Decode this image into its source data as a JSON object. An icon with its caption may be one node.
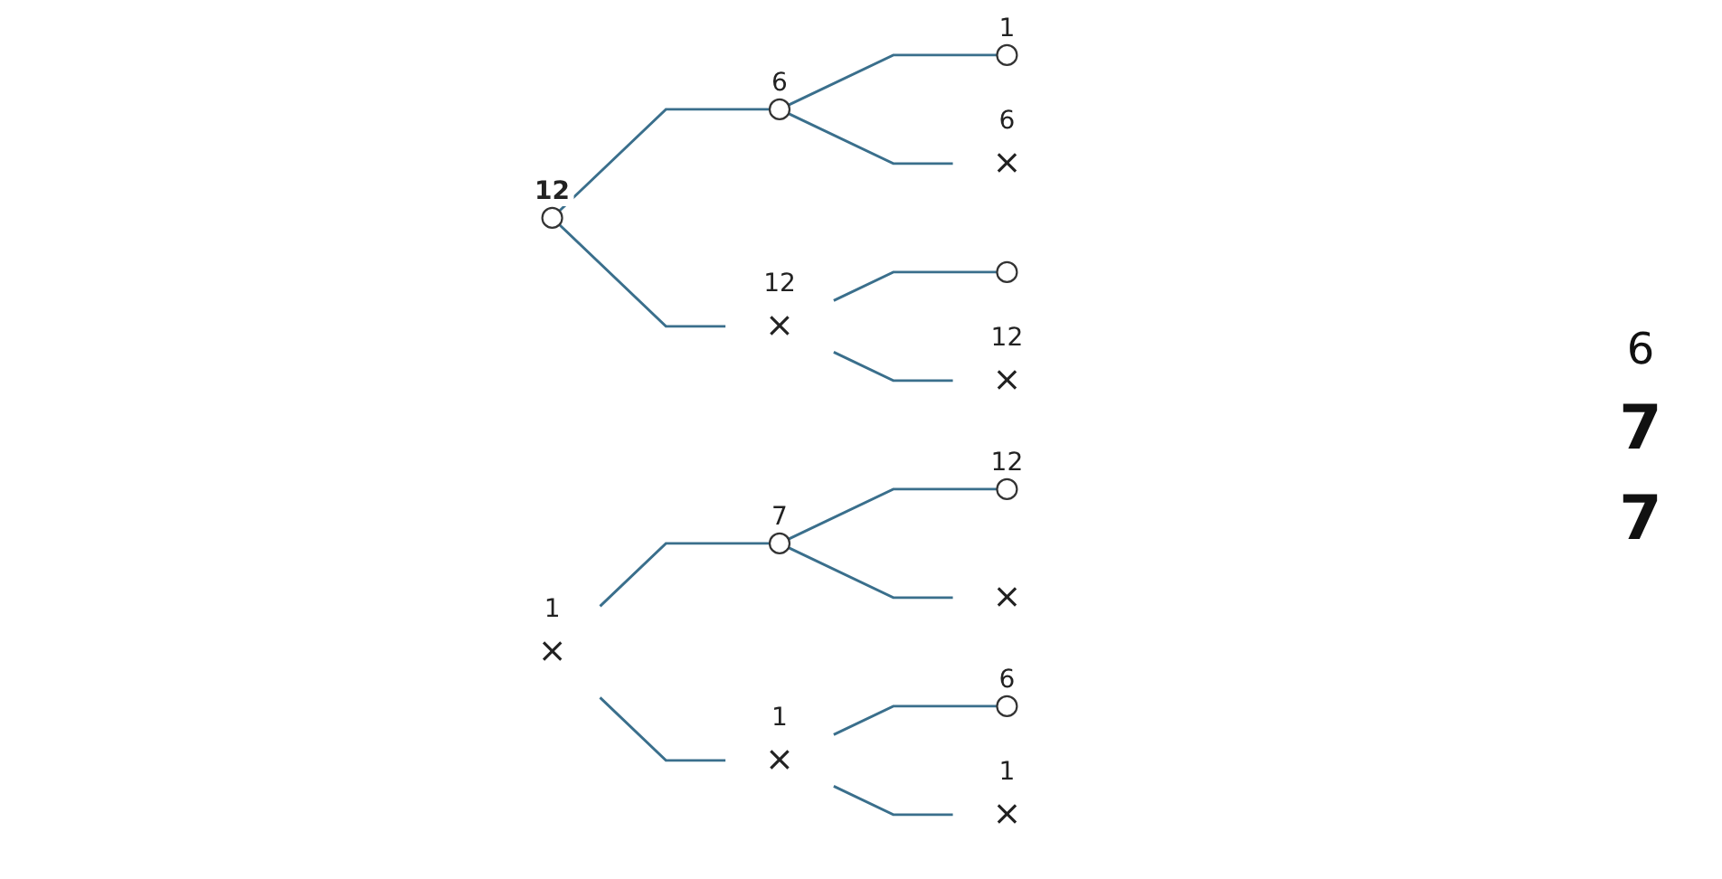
{
  "diagram": {
    "nodes": [
      {
        "text": [],
        "shape": "circle",
        "beside": [
          "12"
        ]
      },
      {
        "text": [],
        "shape": "circle",
        "beside": [
          "6"
        ]
      },
      {
        "text": [],
        "shape": "circle",
        "beside": [
          "1"
        ]
      },
      {
        "text": [
          "×"
        ],
        "beside": [
          "6"
        ]
      },
      {
        "text": [
          "×"
        ],
        "beside": [
          "12"
        ]
      },
      {
        "text": [],
        "shape": "circle"
      },
      {
        "text": [
          "×"
        ],
        "beside": [
          "12"
        ]
      },
      {
        "text": [
          "×"
        ],
        "beside": [
          "1"
        ]
      },
      {
        "text": [],
        "shape": "circle",
        "beside": [
          "7"
        ]
      },
      {
        "text": [],
        "shape": "circle",
        "beside": [
          "12"
        ]
      },
      {
        "text": [
          "×"
        ]
      },
      {
        "text": [
          "×"
        ],
        "beside": [
          "1"
        ]
      },
      {
        "text": [],
        "shape": "circle",
        "beside": [
          "6"
        ]
      },
      {
        "text": [
          "×"
        ],
        "beside": [
          "1"
        ]
      }
    ],
    "edges": [
      {
        "from": 0,
        "to": 1,
        "arrow": "none"
      },
      {
        "from": 0,
        "to": 4,
        "arrow": "none"
      },
      {
        "from": 1,
        "to": 2,
        "arrow": "none"
      },
      {
        "from": 1,
        "to": 3,
        "arrow": "none"
      },
      {
        "from": 4,
        "to": 5,
        "arrow": "none"
      },
      {
        "from": 4,
        "to": 6,
        "arrow": "none"
      },
      {
        "from": 7,
        "to": 8,
        "arrow": "none"
      },
      {
        "from": 7,
        "to": 11,
        "arrow": "none"
      },
      {
        "from": 8,
        "to": 9,
        "arrow": "none"
      },
      {
        "from": 8,
        "to": 10,
        "arrow": "none"
      },
      {
        "from": 11,
        "to": 12,
        "arrow": "none"
      },
      {
        "from": 11,
        "to": 13,
        "arrow": "none"
      }
    ],
    "labels": [
      "6",
      "7",
      "7"
    ]
  }
}
